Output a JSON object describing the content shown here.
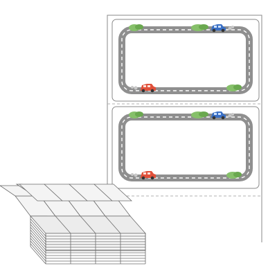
{
  "colors": {
    "background": "#ffffff",
    "sheet_outline": "#8a8a8a",
    "perforation": "#b0b0b0",
    "road": "#8f8f8f",
    "road_edge": "#7a7a7a",
    "road_dash": "#ffffff",
    "bush": "#86c06a",
    "bush_dark": "#6aa84f",
    "car_blue": "#3a6fc4",
    "car_red": "#e0513b",
    "smoke": "#c8c8c8",
    "stack_line": "#6b6b6b",
    "stack_fill": "#f4f4f4",
    "fold_shade": "#e4e4e4"
  },
  "labels": [
    {
      "name": "top-label",
      "bushes": [
        "bush-top-left",
        "bush-top-right",
        "bush-bottom-right"
      ],
      "cars": [
        {
          "name": "car-blue",
          "color": "car_blue",
          "edge": "top"
        },
        {
          "name": "car-red",
          "color": "car_red",
          "edge": "bottom"
        }
      ]
    },
    {
      "name": "bottom-label",
      "bushes": [
        "bush-top-left",
        "bush-top-right",
        "bush-bottom-right"
      ],
      "cars": [
        {
          "name": "car-blue",
          "color": "car_blue",
          "edge": "top"
        },
        {
          "name": "car-red",
          "color": "car_red",
          "edge": "bottom"
        }
      ]
    }
  ],
  "fanfold_stack": {
    "columns": 4
  }
}
